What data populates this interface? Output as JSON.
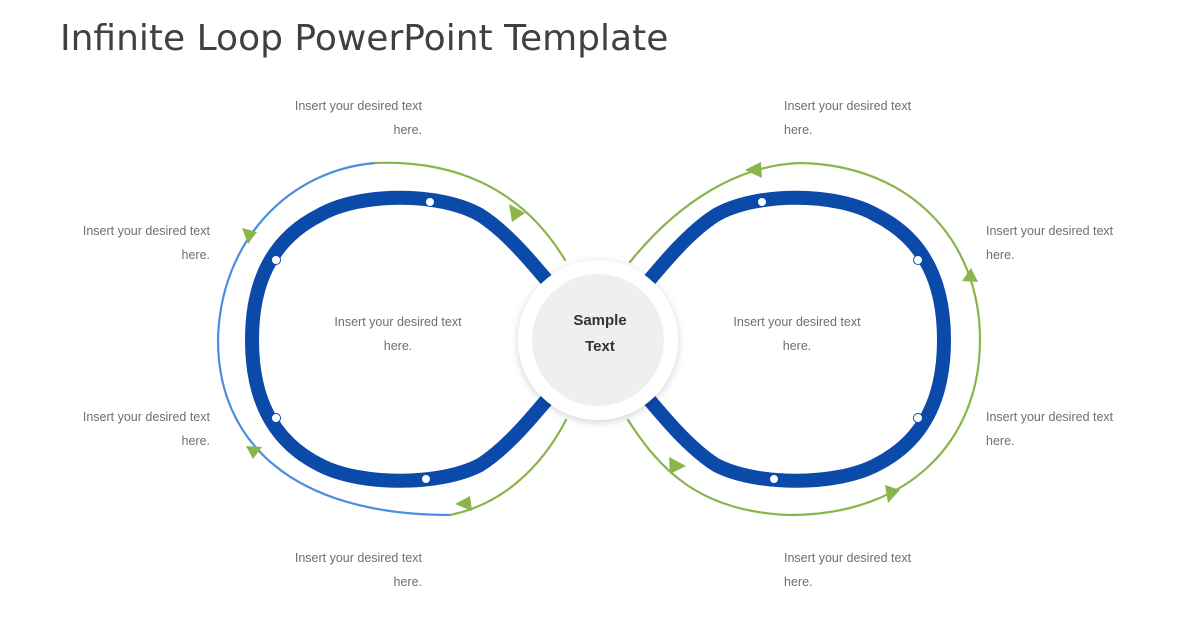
{
  "title": "Infinite Loop PowerPoint Template",
  "center": {
    "line1": "Sample",
    "line2": "Text"
  },
  "captions": {
    "top_left": "Insert your desired text here.",
    "top_right": "Insert your desired text here.",
    "left_upper": "Insert your desired text here.",
    "left_lower": "Insert your desired text here.",
    "right_upper": "Insert your desired text here.",
    "right_lower": "Insert your desired text here.",
    "bottom_left": "Insert your desired text here.",
    "bottom_right": "Insert your desired text here.",
    "loop_left": "Insert your desired text here.",
    "loop_right": "Insert your desired text here."
  },
  "colors": {
    "loop_blue": "#0b4aa8",
    "outer_blue": "#4a8ee0",
    "outer_green": "#8ab54a",
    "text_gray": "#6f6f6f",
    "title_gray": "#404040"
  }
}
